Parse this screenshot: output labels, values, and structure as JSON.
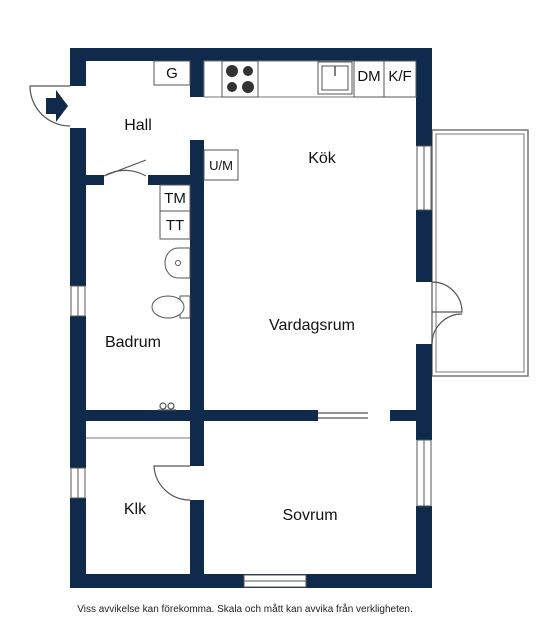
{
  "colors": {
    "wall": "#0f2a4a",
    "fixture_line": "#555555",
    "background": "#ffffff"
  },
  "rooms": {
    "hall": "Hall",
    "kok": "Kök",
    "vardagsrum": "Vardagsrum",
    "badrum": "Badrum",
    "klk": "Klk",
    "sovrum": "Sovrum"
  },
  "fixtures": {
    "g": "G",
    "um": "U/M",
    "tm": "TM",
    "tt": "TT",
    "dm": "DM",
    "kf": "K/F"
  },
  "icons": {
    "entrance": "entrance-arrow-icon",
    "stove": "stove-icon",
    "sink": "kitchen-sink-icon",
    "washbasin": "washbasin-icon",
    "toilet": "toilet-icon",
    "tap": "floor-drain-icon"
  },
  "footer": {
    "disclaimer": "Viss avvikelse kan förekomma. Skala och mått kan avvika från verkligheten."
  }
}
